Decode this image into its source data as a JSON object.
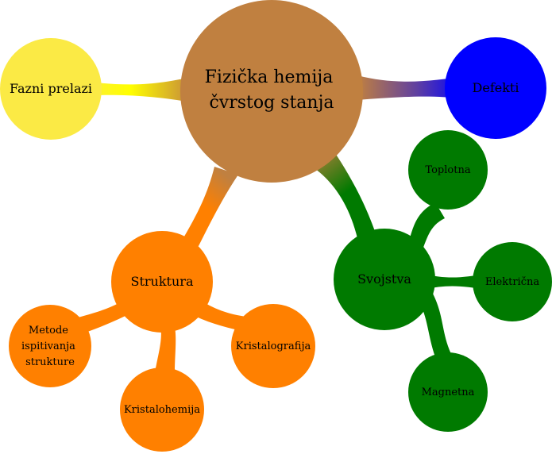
{
  "root": {
    "lines": [
      "Fizička hemija",
      "čvrstog stanja"
    ]
  },
  "branches": {
    "fazni": {
      "label": "Fazni prelazi"
    },
    "defekti": {
      "label": "Defekti"
    },
    "svojstva": {
      "label": "Svojstva",
      "children": [
        "Toplotna",
        "Električna",
        "Magnetna"
      ]
    },
    "struktura": {
      "label": "Struktura",
      "children": [
        {
          "lines": [
            "Metode",
            "ispitivanja",
            "strukture"
          ]
        },
        {
          "lines": [
            "Kristalohemija"
          ]
        },
        {
          "lines": [
            "Kristalografija"
          ]
        }
      ]
    }
  },
  "colors": {
    "root": "#c08040",
    "fazni": "#fbea45",
    "defekti": "#0000ff",
    "svojstva": "#007a00",
    "struktura": "#ff8000"
  }
}
